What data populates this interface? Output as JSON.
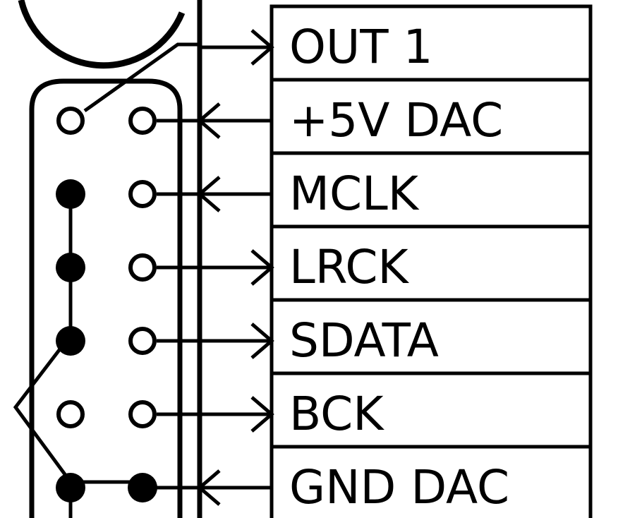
{
  "signals": [
    {
      "label": "OUT 1",
      "direction": "out"
    },
    {
      "label": "+5V DAC",
      "direction": "in"
    },
    {
      "label": "MCLK",
      "direction": "in"
    },
    {
      "label": "LRCK",
      "direction": "out"
    },
    {
      "label": "SDATA",
      "direction": "out"
    },
    {
      "label": "BCK",
      "direction": "out"
    },
    {
      "label": "GND DAC",
      "direction": "in"
    }
  ],
  "header_pins": [
    {
      "left": "open",
      "right": "open"
    },
    {
      "left": "filled",
      "right": "open"
    },
    {
      "left": "filled",
      "right": "open"
    },
    {
      "left": "filled",
      "right": "open"
    },
    {
      "left": "open",
      "right": "open"
    },
    {
      "left": "filled",
      "right": "filled"
    }
  ],
  "colors": {
    "line": "#000000",
    "background": "#ffffff"
  }
}
